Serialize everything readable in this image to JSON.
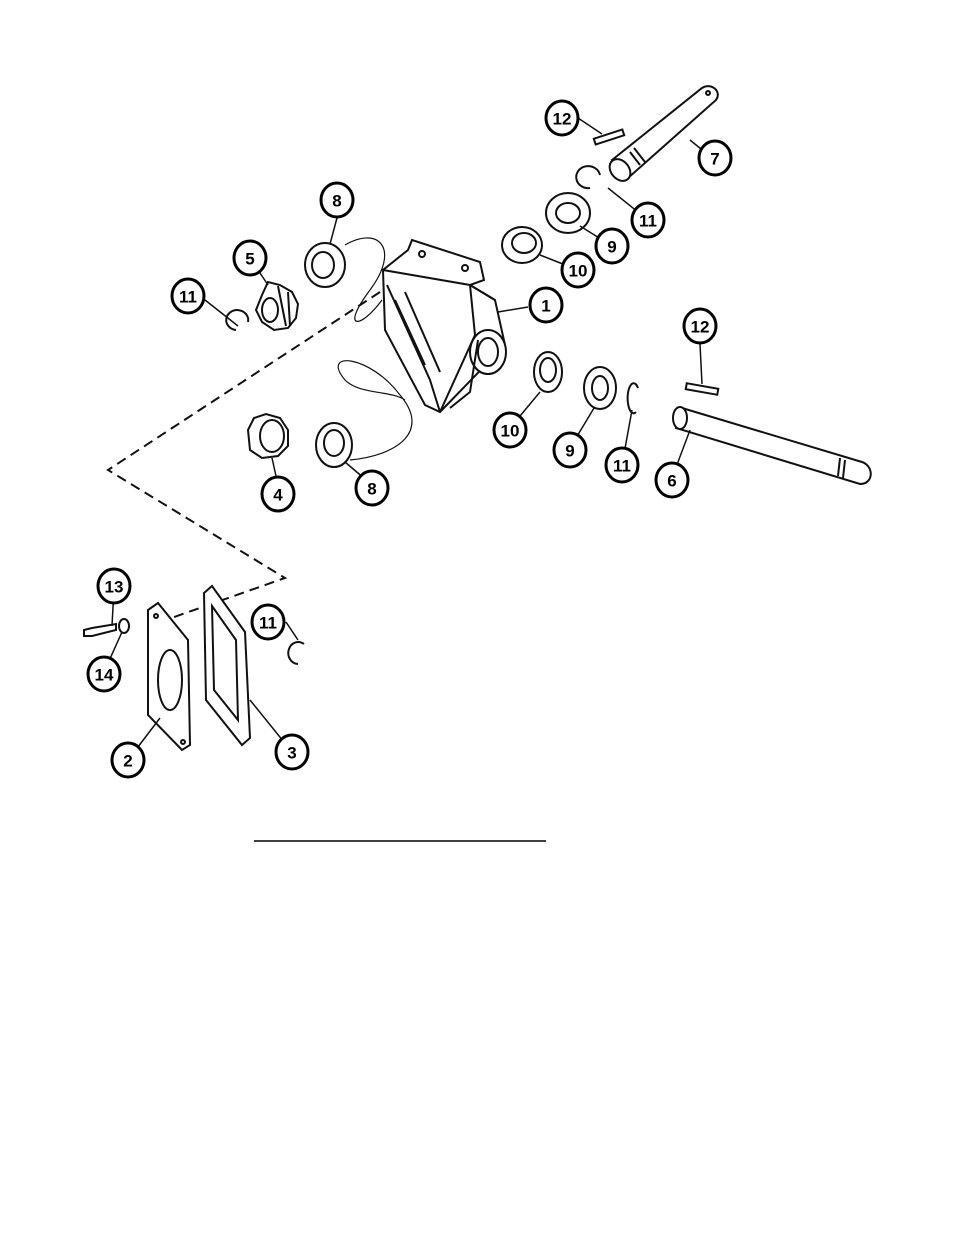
{
  "figure": {
    "type": "exploded parts diagram",
    "callouts": [
      {
        "id": "c1",
        "label": "1",
        "part": "gearbox-housing"
      },
      {
        "id": "c2",
        "label": "2",
        "part": "cover-plate"
      },
      {
        "id": "c3",
        "label": "3",
        "part": "gasket"
      },
      {
        "id": "c4",
        "label": "4",
        "part": "bevel-gear"
      },
      {
        "id": "c5",
        "label": "5",
        "part": "pinion-gear"
      },
      {
        "id": "c6",
        "label": "6",
        "part": "output-shaft"
      },
      {
        "id": "c7",
        "label": "7",
        "part": "input-shaft"
      },
      {
        "id": "c8a",
        "label": "8",
        "part": "bearing-upper-left"
      },
      {
        "id": "c8b",
        "label": "8",
        "part": "bearing-lower-left"
      },
      {
        "id": "c9a",
        "label": "9",
        "part": "bearing-upper-right"
      },
      {
        "id": "c9b",
        "label": "9",
        "part": "bearing-lower-right"
      },
      {
        "id": "c10a",
        "label": "10",
        "part": "seal-upper"
      },
      {
        "id": "c10b",
        "label": "10",
        "part": "seal-lower"
      },
      {
        "id": "c11a",
        "label": "11",
        "part": "snap-ring-upper-right"
      },
      {
        "id": "c11b",
        "label": "11",
        "part": "snap-ring-left"
      },
      {
        "id": "c11c",
        "label": "11",
        "part": "snap-ring-lower-right"
      },
      {
        "id": "c11d",
        "label": "11",
        "part": "snap-ring-bottom"
      },
      {
        "id": "c12a",
        "label": "12",
        "part": "key-upper"
      },
      {
        "id": "c12b",
        "label": "12",
        "part": "key-lower"
      },
      {
        "id": "c13",
        "label": "13",
        "part": "bolt"
      },
      {
        "id": "c14",
        "label": "14",
        "part": "lock-washer"
      }
    ]
  }
}
